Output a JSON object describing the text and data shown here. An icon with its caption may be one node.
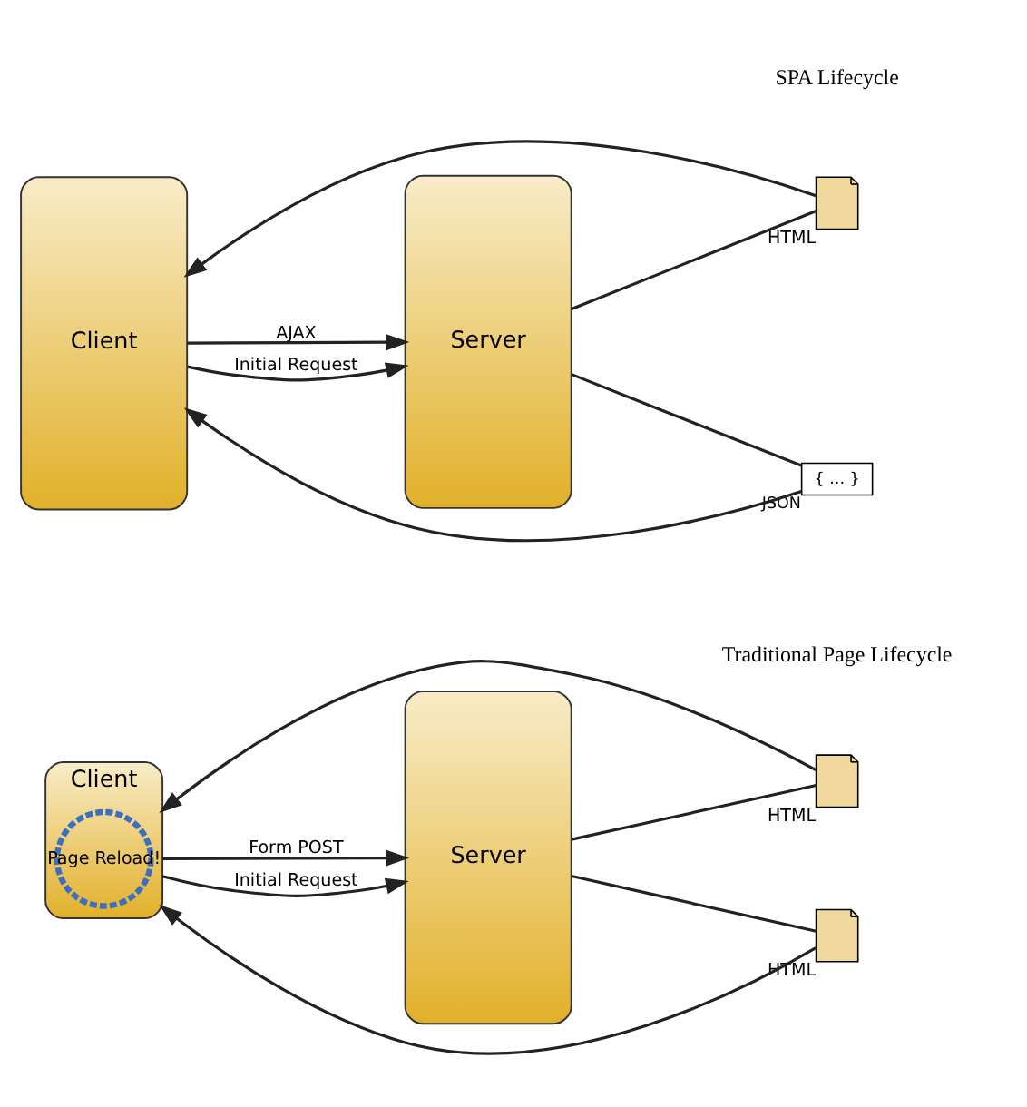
{
  "diagram": {
    "nodes": [
      {
        "text": [
          "Client"
        ]
      },
      {
        "text": [
          "Server"
        ]
      },
      {
        "text": [],
        "shape": "document",
        "beside": [
          "HTML"
        ]
      },
      {
        "text": [],
        "shape": "document",
        "beside": [
          "HTML"
        ]
      },
      {
        "text": [
          "Page Reload!"
        ],
        "in": 0
      },
      {
        "text": [
          "Client"
        ]
      },
      {
        "text": [
          "Server"
        ]
      },
      {
        "text": [],
        "shape": "document",
        "beside": [
          "HTML"
        ]
      },
      {
        "text": [
          "{ ... }"
        ],
        "beside": [
          "JSON"
        ]
      }
    ],
    "edges": [
      {
        "from": 0,
        "to": 1,
        "arrow": "to",
        "label": "Initial Request"
      },
      {
        "from": 1,
        "to": 2,
        "arrow": "none"
      },
      {
        "from": 2,
        "to": 0,
        "arrow": "to"
      },
      {
        "from": 0,
        "to": 1,
        "arrow": "to",
        "label": "Form POST"
      },
      {
        "from": 1,
        "to": 3,
        "arrow": "none"
      },
      {
        "from": 3,
        "to": 0,
        "arrow": "to"
      },
      {
        "from": 5,
        "to": 6,
        "arrow": "to",
        "label": "Initial Request"
      },
      {
        "from": 6,
        "to": 7,
        "arrow": "none"
      },
      {
        "from": 7,
        "to": 5,
        "arrow": "to"
      },
      {
        "from": 5,
        "to": 6,
        "arrow": "to",
        "label": "AJAX"
      },
      {
        "from": 6,
        "to": 8,
        "arrow": "none"
      },
      {
        "from": 8,
        "to": 5,
        "arrow": "to"
      }
    ],
    "labels": [
      "Traditional Page Lifecycle",
      "SPA Lifecycle"
    ]
  }
}
